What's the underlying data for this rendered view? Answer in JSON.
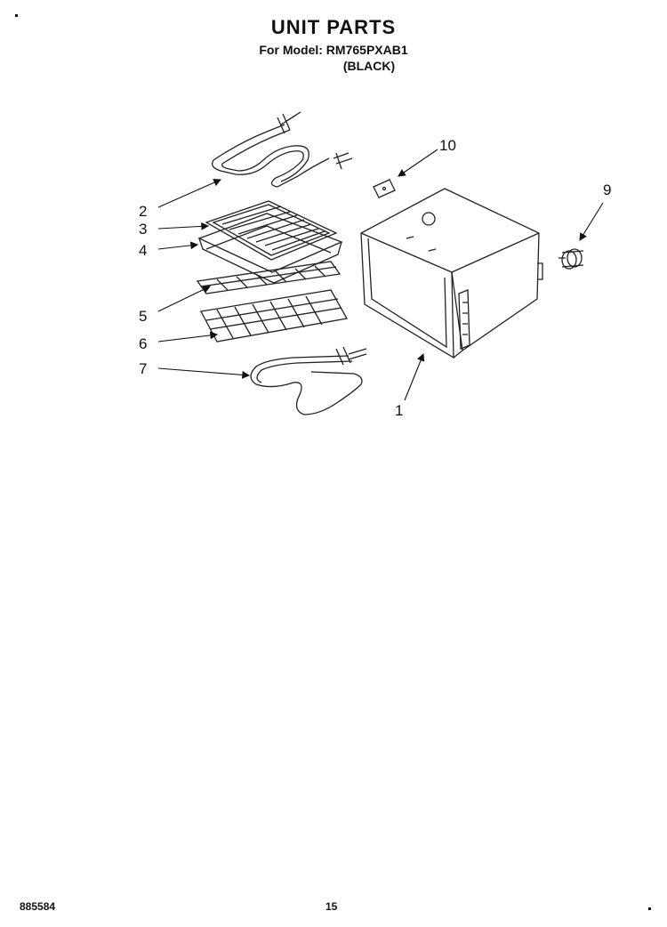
{
  "header": {
    "title": "UNIT PARTS",
    "model_line": "For Model: RM765PXAB1",
    "color_line": "(BLACK)"
  },
  "callouts": [
    {
      "id": "c2",
      "text": "2"
    },
    {
      "id": "c3",
      "text": "3"
    },
    {
      "id": "c4",
      "text": "4"
    },
    {
      "id": "c5",
      "text": "5"
    },
    {
      "id": "c6",
      "text": "6"
    },
    {
      "id": "c7",
      "text": "7"
    },
    {
      "id": "c1",
      "text": "1"
    },
    {
      "id": "c9",
      "text": "9"
    },
    {
      "id": "c10",
      "text": "10"
    }
  ],
  "footer": {
    "doc_number": "885584",
    "page_number": "15"
  }
}
